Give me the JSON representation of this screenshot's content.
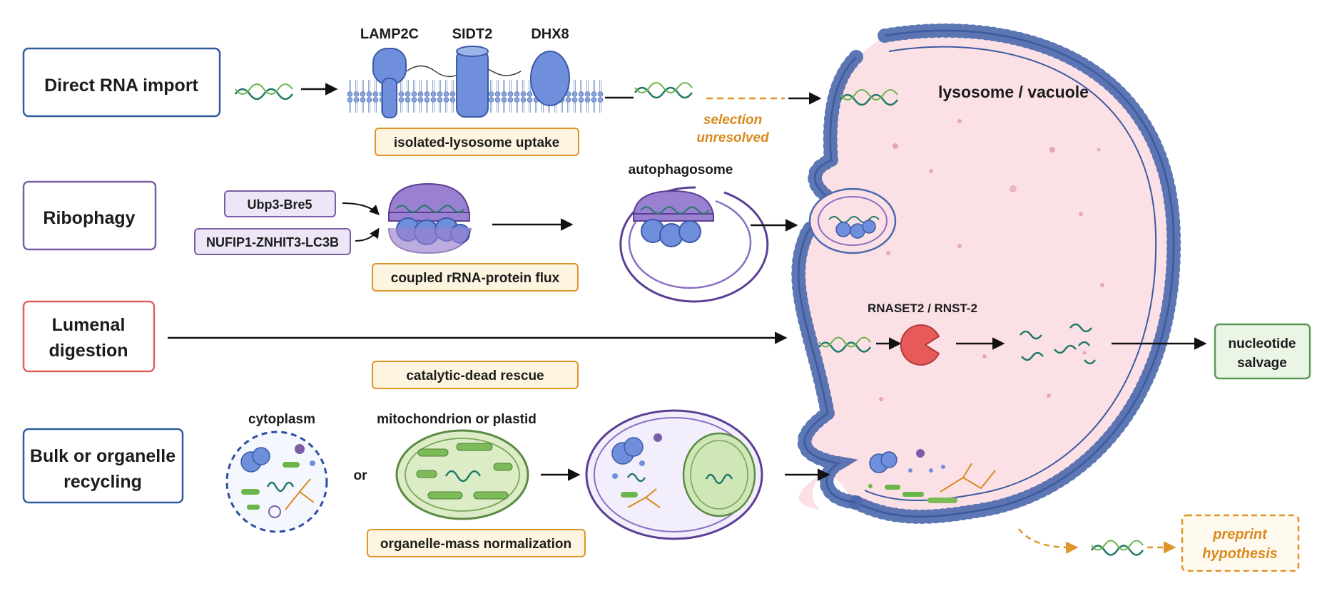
{
  "pathways": {
    "direct_rna_import": "Direct RNA import",
    "ribophagy": "Ribophagy",
    "lumenal_digestion_line1": "Lumenal",
    "lumenal_digestion_line2": "digestion",
    "bulk_recycling_line1": "Bulk or organelle",
    "bulk_recycling_line2": "recycling"
  },
  "proteins": {
    "lamp2c": "LAMP2C",
    "sidt2": "SIDT2",
    "dhx8": "DHX8",
    "ubp3": "Ubp3-Bre5",
    "nufip1": "NUFIP1-ZNHIT3-LC3B",
    "rnaset2": "RNASET2 / RNST-2"
  },
  "evidence_tags": {
    "isolated_uptake": "isolated-lysosome uptake",
    "coupled_flux": "coupled rRNA-protein flux",
    "catalytic_dead": "catalytic-dead rescue",
    "organelle_mass": "organelle-mass normalization"
  },
  "annotations": {
    "selection_line1": "selection",
    "selection_line2": "unresolved",
    "preprint_line1": "preprint",
    "preprint_line2": "hypothesis"
  },
  "compartments": {
    "lysosome": "lysosome / vacuole",
    "autophagosome": "autophagosome",
    "cytoplasm": "cytoplasm",
    "mito": "mitochondrion or plastid",
    "or": "or",
    "salvage_line1": "nucleotide",
    "salvage_line2": "salvage"
  },
  "colors": {
    "blue_box": "#2e5c9e",
    "purple_box": "#7b5ea7",
    "red_box": "#e06060",
    "orange": "#e0952a",
    "orange_fill": "#fdf5e0",
    "green_box": "#5b9a55",
    "lysosome_fill": "#fbe1e6",
    "membrane": "#6f8fcf",
    "rna": "#1f7a6a"
  }
}
